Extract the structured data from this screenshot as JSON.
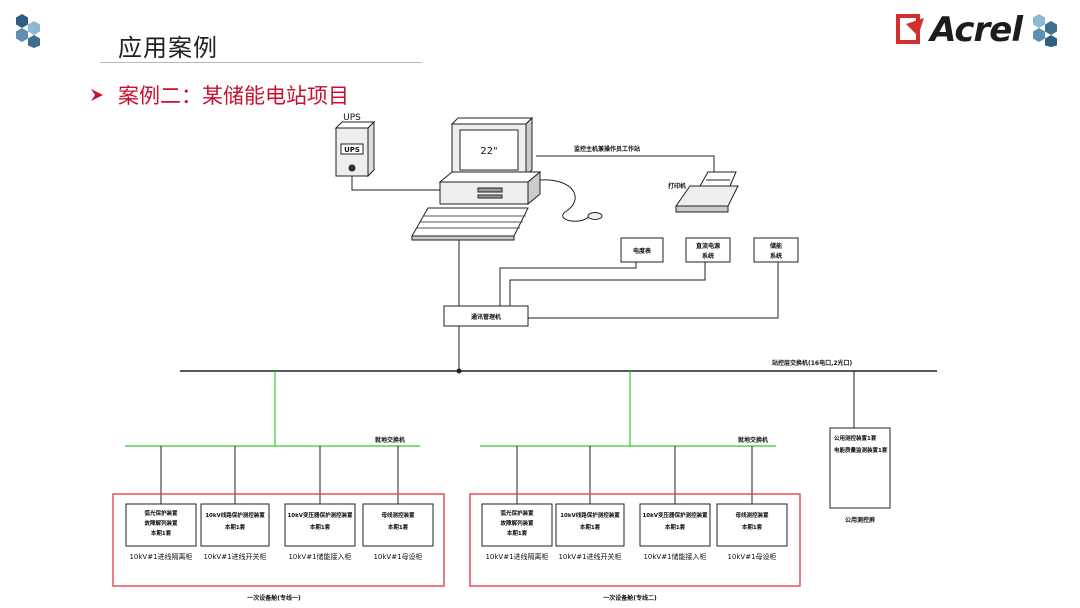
{
  "header": {
    "title": "应用案例",
    "subtitle": "案例二：某储能电站项目",
    "brand_name": "Acrel"
  },
  "colors": {
    "accent_red": "#c8102e",
    "brand_red": "#d32f2f",
    "hex_blue": "#3f6f8f",
    "hex_light": "#8fb9d3",
    "green_line": "#36c82e",
    "frame_red": "#e0474c"
  },
  "icons": {
    "bullet": "arrow-bullet-icon",
    "decor": "hexagon-cluster-icon"
  },
  "diagram": {
    "ups_label": "UPS",
    "ups_tag": "UPS",
    "monitor_label": "22\"",
    "workstation_label": "监控主机兼操作员工作站",
    "printer_label": "打印机",
    "meter_box": "电度表",
    "dc_box": [
      "直流电源",
      "系统"
    ],
    "storage_box": [
      "储能",
      "系统"
    ],
    "comm_manager": "通讯管理机",
    "station_switch": "站控层交换机(16电口,2光口)",
    "bay_switch_1": "就地交换机",
    "bay_switch_2": "就地交换机",
    "public_box": [
      "公用测控装置1套",
      "电能质量监测装置1套"
    ],
    "public_cabinet": "公用测控屏",
    "devices_1": [
      {
        "lines": [
          "弧光保护装置",
          "故障解列装置",
          "本期1套"
        ],
        "caption": "10kV#1进线隔离柜"
      },
      {
        "lines": [
          "10kV线路保护测控装置",
          "本期1套"
        ],
        "caption": "10kV#1进线开关柜"
      },
      {
        "lines": [
          "10kV变压器保护测控装置",
          "本期1套"
        ],
        "caption": "10kV#1储能接入柜"
      },
      {
        "lines": [
          "母线测控装置",
          "本期1套"
        ],
        "caption": "10kV#1母设柜"
      }
    ],
    "devices_2": [
      {
        "lines": [
          "弧光保护装置",
          "故障解列装置",
          "本期1套"
        ],
        "caption": "10kV#1进线隔离柜"
      },
      {
        "lines": [
          "10kV线路保护测控装置",
          "本期1套"
        ],
        "caption": "10kV#1进线开关柜"
      },
      {
        "lines": [
          "10kV变压器保护测控装置",
          "本期1套"
        ],
        "caption": "10kV#1储能接入柜"
      },
      {
        "lines": [
          "母线测控装置",
          "本期1套"
        ],
        "caption": "10kV#1母设柜"
      }
    ],
    "group_label_1": "一次设备舱(专线一)",
    "group_label_2": "一次设备舱(专线二)"
  }
}
